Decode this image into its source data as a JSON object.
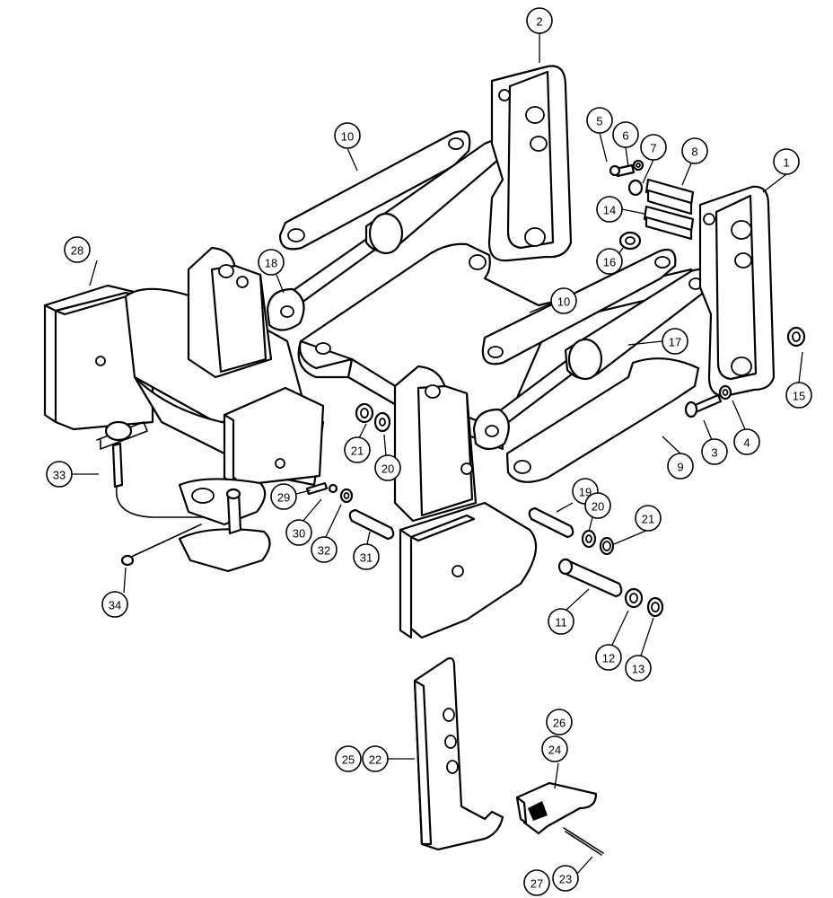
{
  "callouts": [
    {
      "id": "c1",
      "label": "1"
    },
    {
      "id": "c2",
      "label": "2"
    },
    {
      "id": "c3",
      "label": "3"
    },
    {
      "id": "c4",
      "label": "4"
    },
    {
      "id": "c5",
      "label": "5"
    },
    {
      "id": "c6",
      "label": "6"
    },
    {
      "id": "c7",
      "label": "7"
    },
    {
      "id": "c8",
      "label": "8"
    },
    {
      "id": "c9",
      "label": "9"
    },
    {
      "id": "c10a",
      "label": "10"
    },
    {
      "id": "c10b",
      "label": "10"
    },
    {
      "id": "c11",
      "label": "11"
    },
    {
      "id": "c12",
      "label": "12"
    },
    {
      "id": "c13",
      "label": "13"
    },
    {
      "id": "c14",
      "label": "14"
    },
    {
      "id": "c15",
      "label": "15"
    },
    {
      "id": "c16",
      "label": "16"
    },
    {
      "id": "c17",
      "label": "17"
    },
    {
      "id": "c18",
      "label": "18"
    },
    {
      "id": "c19",
      "label": "19"
    },
    {
      "id": "c20a",
      "label": "20"
    },
    {
      "id": "c20b",
      "label": "20"
    },
    {
      "id": "c21a",
      "label": "21"
    },
    {
      "id": "c21b",
      "label": "21"
    },
    {
      "id": "c22",
      "label": "22"
    },
    {
      "id": "c23",
      "label": "23"
    },
    {
      "id": "c24",
      "label": "24"
    },
    {
      "id": "c25",
      "label": "25"
    },
    {
      "id": "c26",
      "label": "26"
    },
    {
      "id": "c27",
      "label": "27"
    },
    {
      "id": "c28",
      "label": "28"
    },
    {
      "id": "c29",
      "label": "29"
    },
    {
      "id": "c30",
      "label": "30"
    },
    {
      "id": "c31",
      "label": "31"
    },
    {
      "id": "c32",
      "label": "32"
    },
    {
      "id": "c33",
      "label": "33"
    },
    {
      "id": "c34",
      "label": "34"
    }
  ]
}
